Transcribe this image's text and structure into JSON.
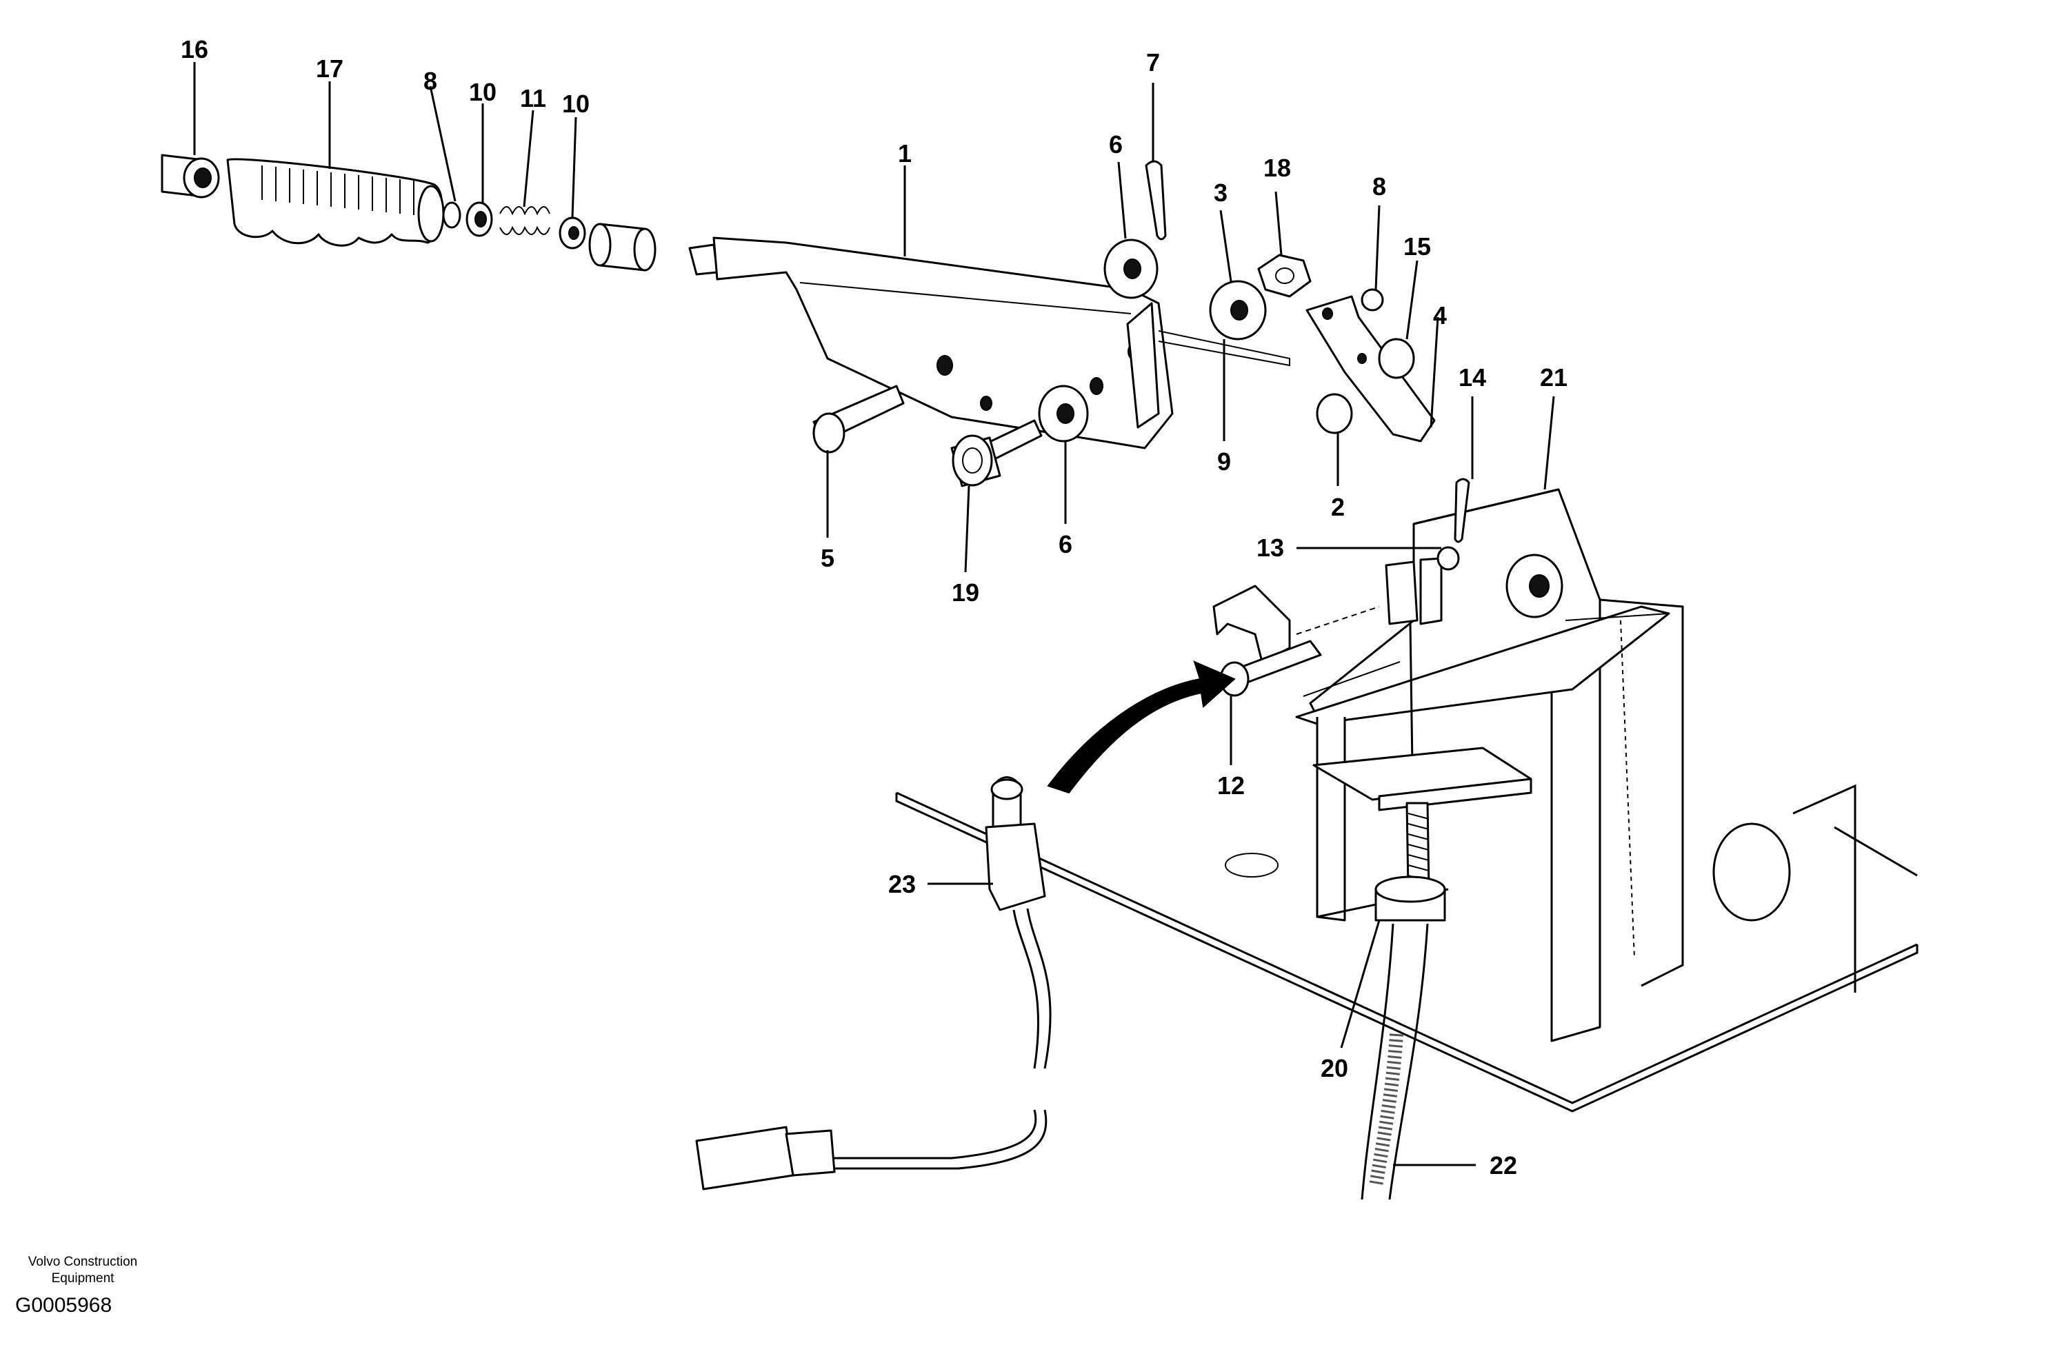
{
  "callouts": {
    "c1": "1",
    "c2": "2",
    "c3": "3",
    "c4": "4",
    "c5": "5",
    "c6a": "6",
    "c6b": "6",
    "c7": "7",
    "c8a": "8",
    "c8b": "8",
    "c9": "9",
    "c10a": "10",
    "c10b": "10",
    "c11": "11",
    "c12": "12",
    "c13": "13",
    "c14": "14",
    "c15": "15",
    "c16": "16",
    "c17": "17",
    "c18": "18",
    "c19": "19",
    "c20": "20",
    "c21": "21",
    "c22": "22",
    "c23": "23"
  },
  "footer": {
    "company_line1": "Volvo Construction",
    "company_line2": "Equipment",
    "drawing_code": "G0005968"
  }
}
